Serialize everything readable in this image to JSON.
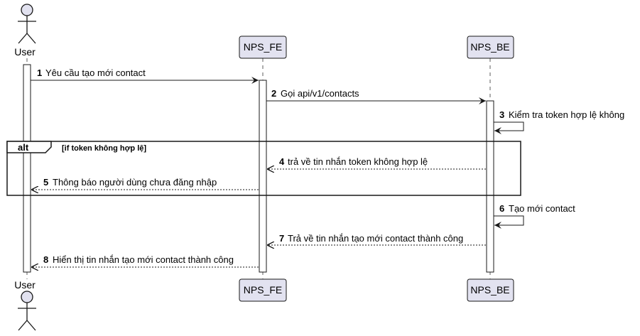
{
  "participants": {
    "user": "User",
    "fe": "NPS_FE",
    "be": "NPS_BE"
  },
  "alt": {
    "keyword": "alt",
    "condition": "[if token không hợp lệ]"
  },
  "messages": [
    {
      "num": "1",
      "text": "Yêu cầu tạo mới contact"
    },
    {
      "num": "2",
      "text": "Gọi api/v1/contacts"
    },
    {
      "num": "3",
      "text": "Kiểm tra token hợp lệ không"
    },
    {
      "num": "4",
      "text": "trả về tin nhắn token không hợp lệ"
    },
    {
      "num": "5",
      "text": "Thông báo người dùng chưa đăng nhập"
    },
    {
      "num": "6",
      "text": "Tạo mới contact"
    },
    {
      "num": "7",
      "text": "Trả về tin nhắn tạo mới contact thành công"
    },
    {
      "num": "8",
      "text": "Hiển thị tin nhắn tạo mới contact thành công"
    }
  ],
  "colors": {
    "participant_fill": "#E2E2F0",
    "participant_stroke": "#181818",
    "activation_fill": "#ffffff",
    "lifeline": "#181818",
    "line": "#181818"
  }
}
